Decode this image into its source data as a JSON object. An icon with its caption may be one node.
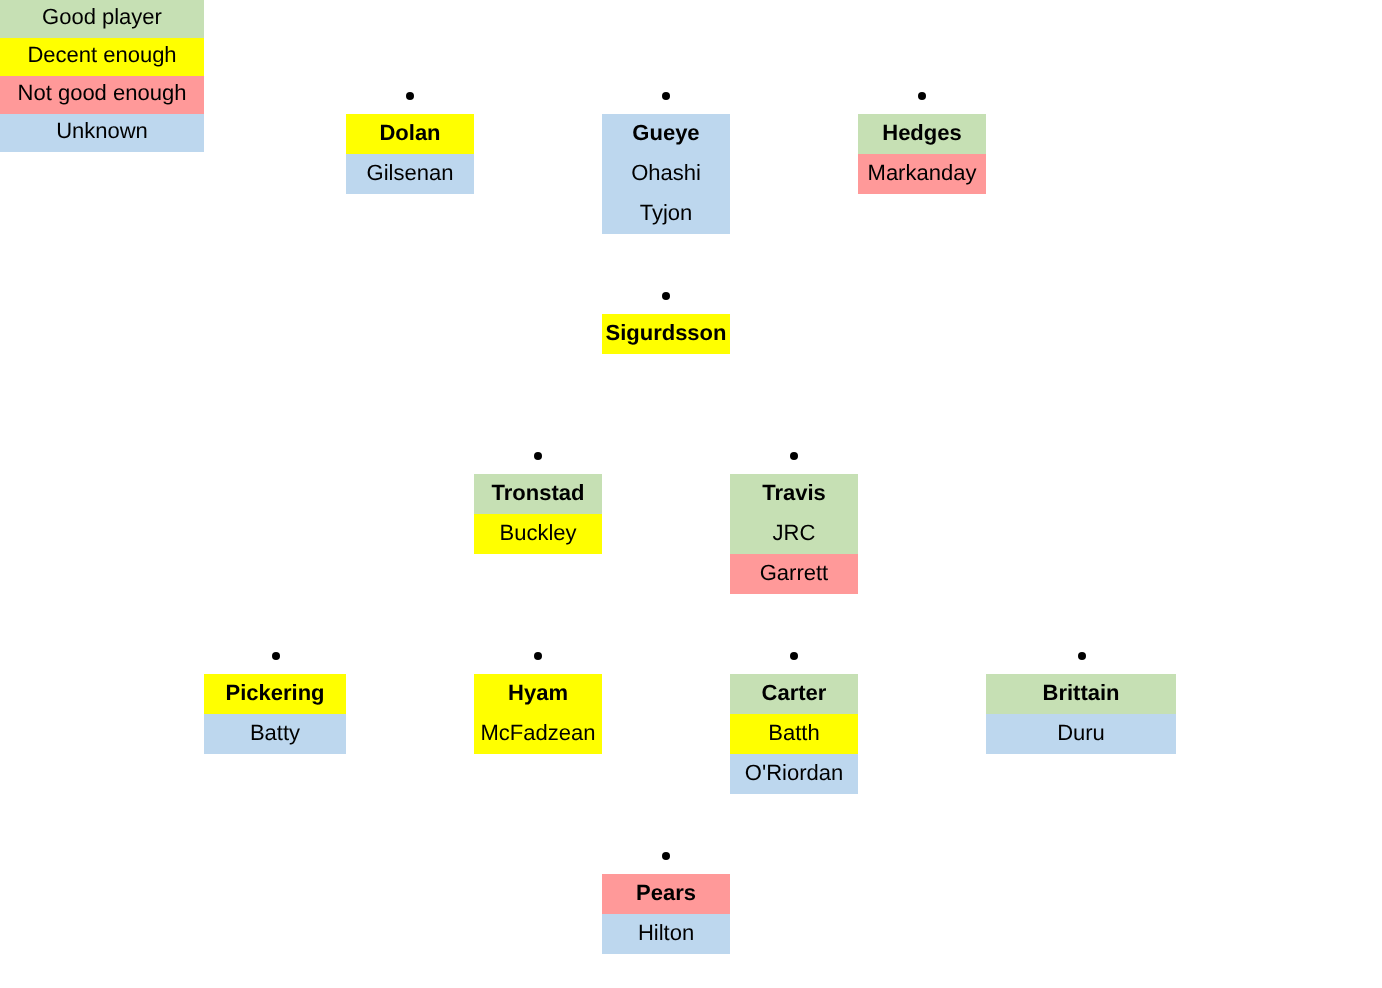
{
  "diagram": {
    "nodes": [
      {
        "text": [
          "Dolan",
          "Gilsenan"
        ]
      },
      {
        "text": [
          "Gueye",
          "Ohashi",
          "Tyjon"
        ]
      },
      {
        "text": [
          "Hedges",
          "Markanday"
        ]
      },
      {
        "text": [
          "Sigurdsson"
        ]
      },
      {
        "text": [
          "Tronstad",
          "Buckley"
        ]
      },
      {
        "text": [
          "Travis",
          "JRC",
          "Garrett"
        ]
      },
      {
        "text": [
          "Pickering",
          "Batty"
        ]
      },
      {
        "text": [
          "Hyam",
          "McFadzean"
        ]
      },
      {
        "text": [
          "Carter",
          "Batth",
          "O'Riordan"
        ]
      },
      {
        "text": [
          "Brittain",
          "Duru"
        ]
      },
      {
        "text": [
          "Pears",
          "Hilton"
        ]
      }
    ],
    "legend": [
      {
        "text": "Good player",
        "color": "#c6e0b4"
      },
      {
        "text": "Decent enough",
        "color": "#ffff00"
      },
      {
        "text": "Not good enough",
        "color": "#ff9999"
      },
      {
        "text": "Unknown",
        "color": "#bdd7ee"
      }
    ]
  }
}
